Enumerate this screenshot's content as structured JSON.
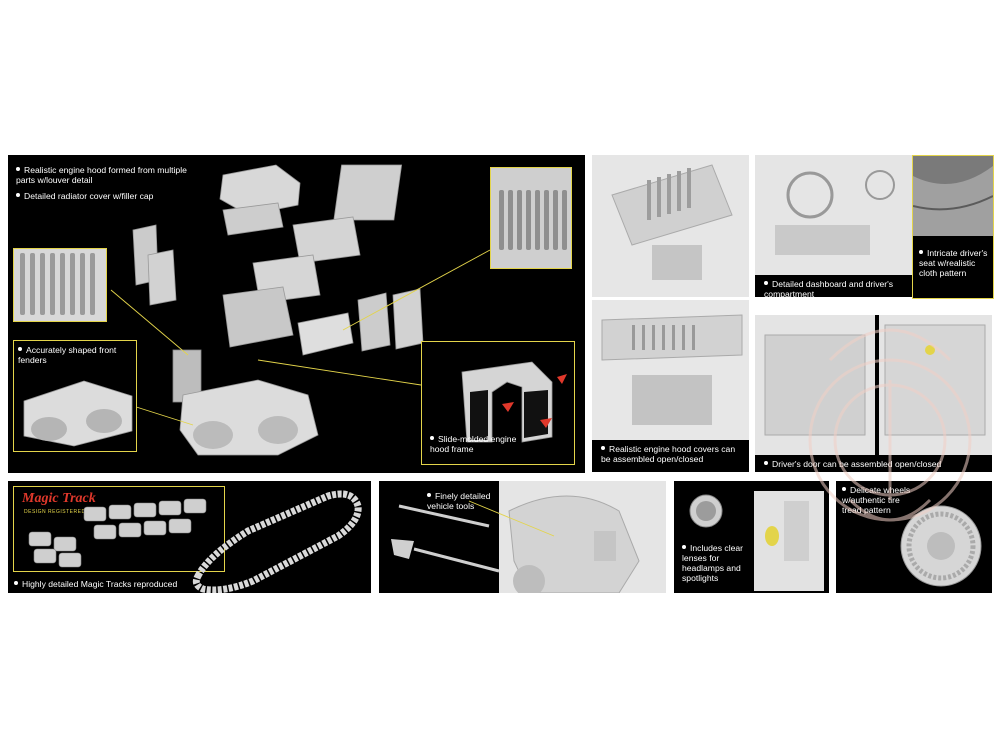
{
  "panel_main": {
    "caption_hood": "Realistic engine hood formed from multiple parts w/louver detail",
    "caption_radiator": "Detailed radiator cover w/filler cap",
    "caption_fenders": "Accurately shaped front fenders",
    "caption_frame": "Slide-molded engine hood frame"
  },
  "panel_hood_open": {
    "caption": "Realistic engine hood covers can be assembled open/closed"
  },
  "panel_dashboard": {
    "caption": "Detailed dashboard and driver's compartment"
  },
  "panel_seat": {
    "caption": "Intricate driver's seat w/realistic cloth pattern"
  },
  "panel_door": {
    "caption": "Driver's door can be assembled open/closed"
  },
  "panel_tracks": {
    "logo_word_1": "Magic",
    "logo_word_2": "Track",
    "logo_sub": "DESIGN REGISTERED",
    "caption": "Highly detailed Magic Tracks reproduced"
  },
  "panel_tools": {
    "caption": "Finely detailed vehicle tools"
  },
  "panel_lamps": {
    "caption": "Includes clear lenses for headlamps and spotlights"
  },
  "panel_wheels": {
    "caption": "Delicate wheels w/authentic tire tread pattern"
  },
  "colors": {
    "panel_bg": "#000000",
    "callout": "#e3d44a",
    "accent_red": "#e0382b",
    "part_grey": "#d9d9d9"
  },
  "watermark": {
    "icon": "seal-icon"
  }
}
